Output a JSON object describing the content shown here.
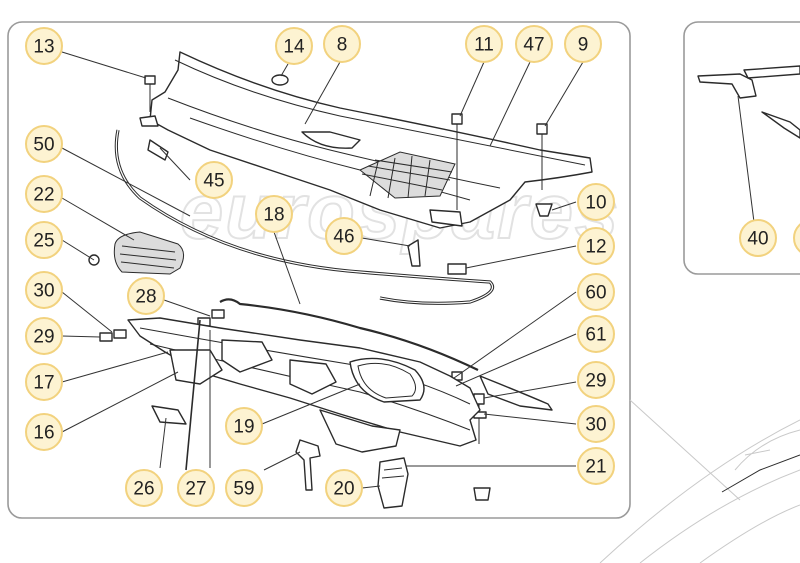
{
  "colors": {
    "callout_fill": "#fdf3d2",
    "callout_stroke": "#f2d27e",
    "frame_stroke": "#9a9a9a",
    "line": "#2b2b2b"
  },
  "watermark": "eurospares",
  "callouts": [
    {
      "id": "13",
      "label": "13"
    },
    {
      "id": "14",
      "label": "14"
    },
    {
      "id": "8",
      "label": "8"
    },
    {
      "id": "11",
      "label": "11"
    },
    {
      "id": "47",
      "label": "47"
    },
    {
      "id": "9",
      "label": "9"
    },
    {
      "id": "50",
      "label": "50"
    },
    {
      "id": "45",
      "label": "45"
    },
    {
      "id": "22",
      "label": "22"
    },
    {
      "id": "10",
      "label": "10"
    },
    {
      "id": "18",
      "label": "18"
    },
    {
      "id": "46",
      "label": "46"
    },
    {
      "id": "25",
      "label": "25"
    },
    {
      "id": "12",
      "label": "12"
    },
    {
      "id": "30a",
      "label": "30"
    },
    {
      "id": "28",
      "label": "28"
    },
    {
      "id": "60",
      "label": "60"
    },
    {
      "id": "29a",
      "label": "29"
    },
    {
      "id": "61",
      "label": "61"
    },
    {
      "id": "17",
      "label": "17"
    },
    {
      "id": "29b",
      "label": "29"
    },
    {
      "id": "16",
      "label": "16"
    },
    {
      "id": "19",
      "label": "19"
    },
    {
      "id": "30b",
      "label": "30"
    },
    {
      "id": "21",
      "label": "21"
    },
    {
      "id": "26",
      "label": "26"
    },
    {
      "id": "27",
      "label": "27"
    },
    {
      "id": "59",
      "label": "59"
    },
    {
      "id": "20",
      "label": "20"
    },
    {
      "id": "40",
      "label": "40"
    }
  ]
}
